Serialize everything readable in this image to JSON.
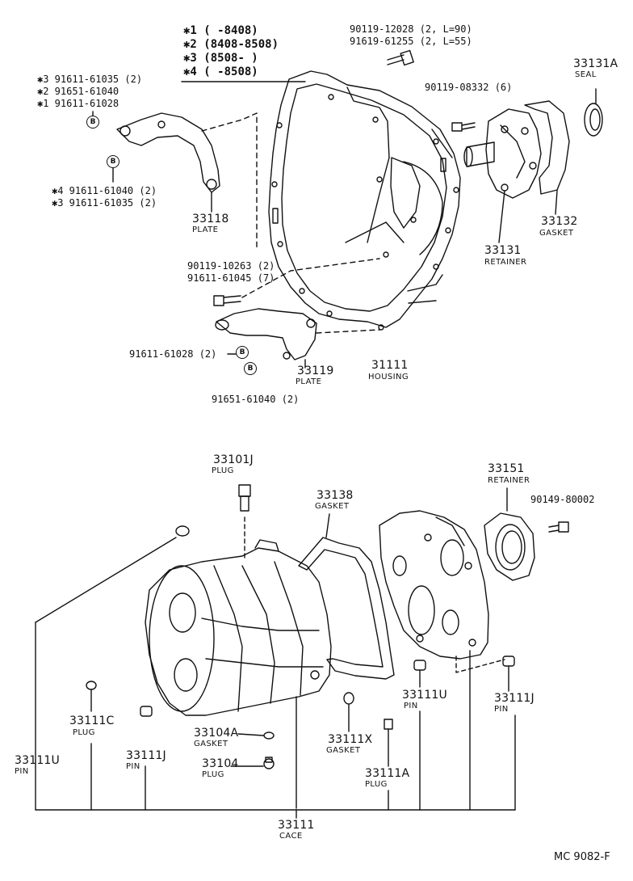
{
  "legend": {
    "rows": [
      {
        "mark": "✱1",
        "range": "(      -8408)"
      },
      {
        "mark": "✱2",
        "range": "(8408-8508)"
      },
      {
        "mark": "✱3",
        "range": "(8508-      )"
      },
      {
        "mark": "✱4",
        "range": "(      -8508)"
      }
    ]
  },
  "bolts_top": [
    "90119-12028 (2, L=90)",
    "91619-61255 (2, L=55)"
  ],
  "bolts_left_top": [
    "✱3 91611-61035 (2)",
    "✱2 91651-61040",
    "✱1 91611-61028"
  ],
  "bolts_left_mid": [
    "✱4 91611-61040 (2)",
    "✱3 91611-61035 (2)"
  ],
  "bolts_center": [
    "90119-10263 (2)",
    "91611-61045 (7)"
  ],
  "bolt_retainer": "90119-08332 (6)",
  "bolt_plate_lower_a": "91611-61028 (2)",
  "bolt_plate_lower_b": "91651-61040 (2)",
  "bolt_retainer2": "90149-80002",
  "circle_marker": "B",
  "parts": {
    "p33131A": {
      "num": "33131A",
      "name": "SEAL"
    },
    "p33132": {
      "num": "33132",
      "name": "GASKET"
    },
    "p33131": {
      "num": "33131",
      "name": "RETAINER"
    },
    "p33118": {
      "num": "33118",
      "name": "PLATE"
    },
    "p33119": {
      "num": "33119",
      "name": "PLATE"
    },
    "p31111": {
      "num": "31111",
      "name": "HOUSING"
    },
    "p33101J": {
      "num": "33101J",
      "name": "PLUG"
    },
    "p33138": {
      "num": "33138",
      "name": "GASKET"
    },
    "p33151": {
      "num": "33151",
      "name": "RETAINER"
    },
    "p33111C": {
      "num": "33111C",
      "name": "PLUG"
    },
    "p33111J_a": {
      "num": "33111J",
      "name": "PIN"
    },
    "p33111U_a": {
      "num": "33111U",
      "name": "PIN"
    },
    "p33104A": {
      "num": "33104A",
      "name": "GASKET"
    },
    "p33104": {
      "num": "33104",
      "name": "PLUG"
    },
    "p33111X": {
      "num": "33111X",
      "name": "GASKET"
    },
    "p33111A": {
      "num": "33111A",
      "name": "PLUG"
    },
    "p33111U_b": {
      "num": "33111U",
      "name": "PIN"
    },
    "p33111J_b": {
      "num": "33111J",
      "name": "PIN"
    },
    "p33111": {
      "num": "33111",
      "name": "CACE"
    }
  },
  "diagram_code": "MC 9082-F"
}
